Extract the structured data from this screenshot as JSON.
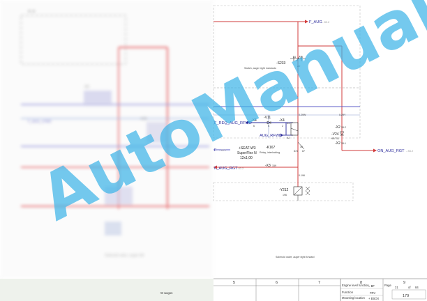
{
  "diagram": {
    "signals": {
      "f_aug": "F_AUG",
      "f_aug_ref": "- 83.2",
      "f_req_aug_rfwd": "F_REQ_AUG_RFWD",
      "aug_rfwd": "AUG_RFWD",
      "on_aug_rgt": "ON_AUG_RGT",
      "on_aug_rgt_ref": "- 83.2",
      "f_left": "F",
      "f_left_ref": "- 83.2",
      "f_aug_rgt": "F_AUG_RGT",
      "f_aug_rgt_ref": "- 83.2"
    },
    "components": {
      "s233": {
        "id": "-S233",
        "desc": "Switch, auger right man/auto",
        "pin_a": "A1",
        "pin_b": "A2",
        "pin_c": "13",
        "pin_d": "14"
      },
      "v11": {
        "id": "-V11",
        "pin": "K"
      },
      "x4a": {
        "id": "-X4",
        "pin": "6"
      },
      "x4b": {
        "id": "-X4",
        "pin": "2"
      },
      "k167": {
        "id": "-K167",
        "desc": "Relay, interlocking",
        "pin_a": "A1",
        "pin_b": "A2",
        "pin_c": "87a",
        "pin_d": "30",
        "pin_e": "87"
      },
      "seat": {
        "id": "+SEAT-W3",
        "cable": "SuperFlex N",
        "size": "12x1,00"
      },
      "x2a": {
        "id": "-X2",
        "pin": "35:2"
      },
      "v24": {
        "id": "-V24",
        "part": "HR/751"
      },
      "x2b": {
        "id": "-X2",
        "pin": "35:1"
      },
      "x3": {
        "id": "-X3",
        "pin": "159"
      },
      "y212": {
        "id": "-Y212",
        "wire": "196",
        "desc": "Solenoid valve, auger right forward"
      }
    },
    "wires": {
      "w_2gn": "0.29W",
      "w_2bk": "0.29Y",
      "w_gy": "0.196",
      "w_x3": "109",
      "w_seat": "1"
    }
  },
  "watermark": "AutoManual",
  "blurred_left": {
    "title": "Solenoid valve, auger left",
    "labels": [
      "F_AUG_LFWD",
      "-X2",
      "-V23"
    ]
  },
  "title_block": {
    "columns": [
      "5",
      "6",
      "7",
      "8",
      "9"
    ],
    "engine_label": "Engine level function",
    "function_label": "Function",
    "mounting_label": "Mounting location",
    "engine_value": "= BF",
    "function_value": "FRV",
    "mounting_value": "+ EBOX",
    "page_label": "Page",
    "page_value": "31",
    "of_label": "of",
    "total_pages": "84",
    "sheet_number": "179",
    "bottom_left": "W wagon"
  }
}
